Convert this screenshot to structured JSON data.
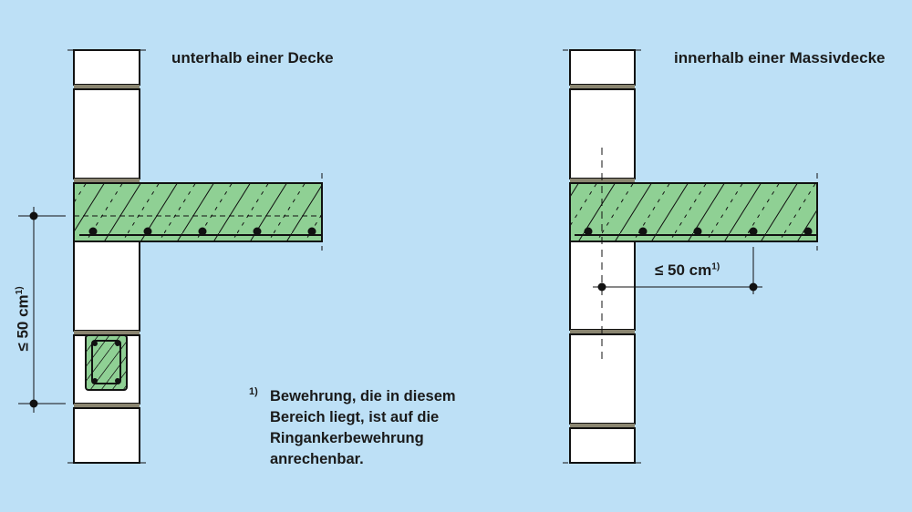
{
  "left_detail": {
    "title": "unterhalb einer Decke",
    "dimension_label": "≤ 50 cm",
    "dimension_footnote": "1)"
  },
  "right_detail": {
    "title": "innerhalb einer Massivdecke",
    "dimension_label": "≤ 50 cm",
    "dimension_footnote": "1)"
  },
  "footnote": {
    "marker": "1)",
    "lines": [
      "Bewehrung, die in diesem",
      "Bereich liegt, ist auf die",
      "Ringankerbewehrung",
      "anrechenbar."
    ]
  },
  "colors": {
    "background": "#bde0f6",
    "concrete": "#8fd094",
    "masonry": "#ffffff",
    "mortar": "#8a8570",
    "line": "#111111"
  }
}
